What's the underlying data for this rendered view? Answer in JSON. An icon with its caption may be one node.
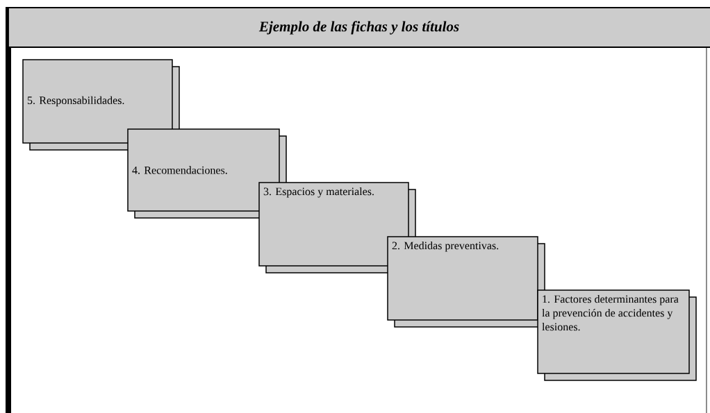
{
  "diagram": {
    "title": "Ejemplo de las fichas y los títulos",
    "nodes": [
      {
        "text": [
          "5. Responsabilidades."
        ]
      },
      {
        "text": [
          "4. Recomendaciones."
        ]
      },
      {
        "text": [
          "3. Espacios y materiales."
        ]
      },
      {
        "text": [
          "2. Medidas preventivas."
        ]
      },
      {
        "text": [
          "1. Factores determinantes para la prevención de accidentes y lesiones."
        ]
      }
    ]
  }
}
